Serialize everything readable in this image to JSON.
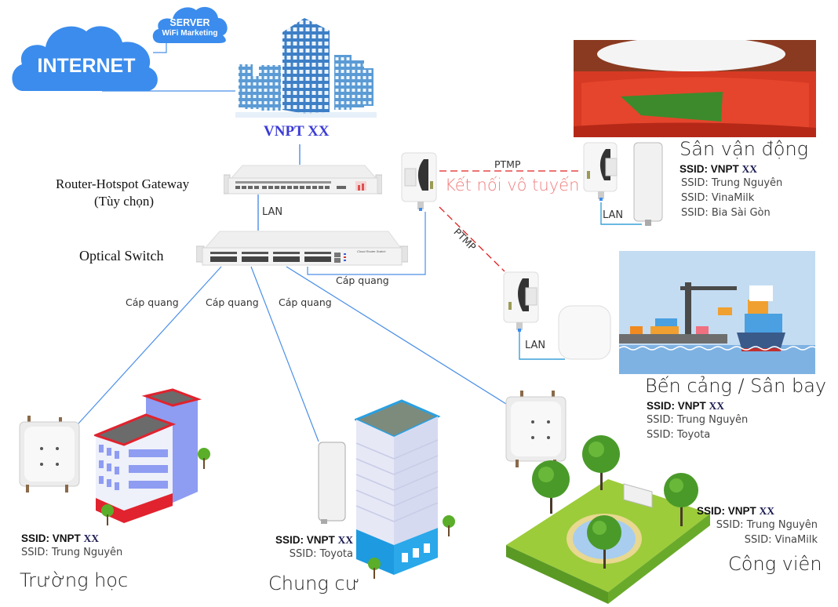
{
  "internet": {
    "label": "INTERNET",
    "icon": "cloud-icon"
  },
  "server": {
    "title": "SERVER",
    "subtitle": "WiFi Marketing",
    "icon": "cloud-icon"
  },
  "datacenter": {
    "label": "VNPT XX",
    "icon": "office-buildings-icon"
  },
  "router": {
    "label_line1": "Router-Hotspot Gateway",
    "label_line2": "(Tùy chọn)"
  },
  "switch": {
    "label": "Optical Switch",
    "brand_text": "Cloud Router Switch"
  },
  "links": {
    "router_to_switch": "LAN",
    "switch_to_school": "Cáp quang",
    "switch_to_apartment": "Cáp quang",
    "switch_to_park": "Cáp quang",
    "switch_to_bridge": "Cáp quang",
    "ptmp_stadium": "PTMP",
    "ptmp_port": "PTMP",
    "wireless_caption": "Kết nối vô tuyến",
    "stadium_lan": "LAN",
    "port_lan": "LAN"
  },
  "colors": {
    "cloud": "#3b8ced",
    "fiber_line": "#4a8fe7",
    "wireless_line": "#e02020",
    "wireless_caption": "#f08080",
    "vnpt_title": "#3b3bd6"
  },
  "sites": {
    "stadium": {
      "name": "Sân vận động",
      "ssid_primary_prefix": "SSID: VNPT",
      "ssid_primary_suffix": "XX",
      "ssids": [
        "SSID: Trung Nguyên",
        "SSID: VinaMilk",
        "SSID: Bia Sài Gòn"
      ]
    },
    "port": {
      "name": "Bến cảng / Sân bay",
      "ssid_primary_prefix": "SSID: VNPT",
      "ssid_primary_suffix": "XX",
      "ssids": [
        "SSID: Trung Nguyên",
        "SSID: Toyota"
      ]
    },
    "school": {
      "name": "Trường học",
      "ssid_primary_prefix": "SSID: VNPT",
      "ssid_primary_suffix": "XX",
      "ssids": [
        "SSID: Trung Nguyên"
      ]
    },
    "apartment": {
      "name": "Chung cư",
      "ssid_primary_prefix": "SSID: VNPT",
      "ssid_primary_suffix": "XX",
      "ssids": [
        "SSID: Toyota"
      ]
    },
    "park": {
      "name": "Công viên",
      "ssid_primary_prefix": "SSID: VNPT",
      "ssid_primary_suffix": "XX",
      "ssids": [
        "SSID: Trung Nguyên",
        "SSID: VinaMilk"
      ]
    }
  }
}
